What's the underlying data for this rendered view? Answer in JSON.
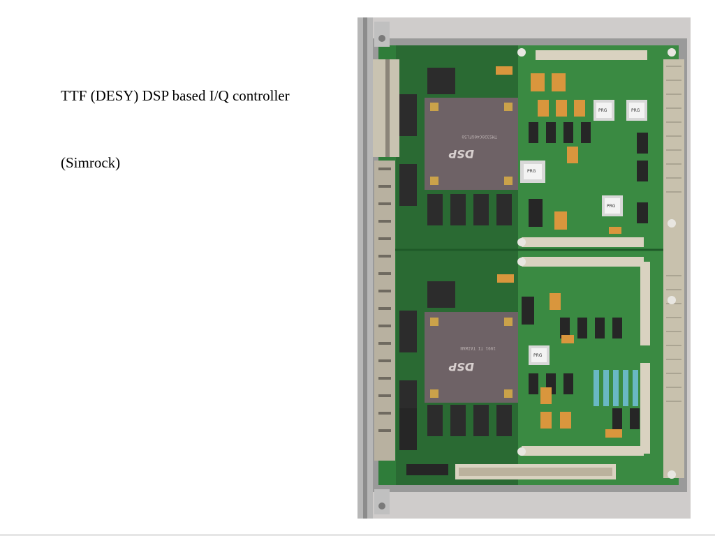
{
  "slide": {
    "title": "TTF (DESY) DSP based I/Q controller",
    "subtitle": "(Simrock)"
  },
  "photo": {
    "chip_text": "DSP",
    "chip_marking": "TMS320C40GFL50",
    "chip_origin": "1991 TI TAIWAN",
    "module_labels": [
      "PRG",
      "PRG",
      "PRG",
      "PRG",
      "PRG"
    ],
    "colors": {
      "pcb_green": "#2f7d3a",
      "pcb_dark": "#1f5a28",
      "chip": "#6e6266",
      "connector": "#d9d2c0",
      "gold": "#caa24a",
      "capacitor": "#d9963d",
      "resistor_blue": "#69b8c4",
      "frame": "#a8a8a8"
    }
  }
}
